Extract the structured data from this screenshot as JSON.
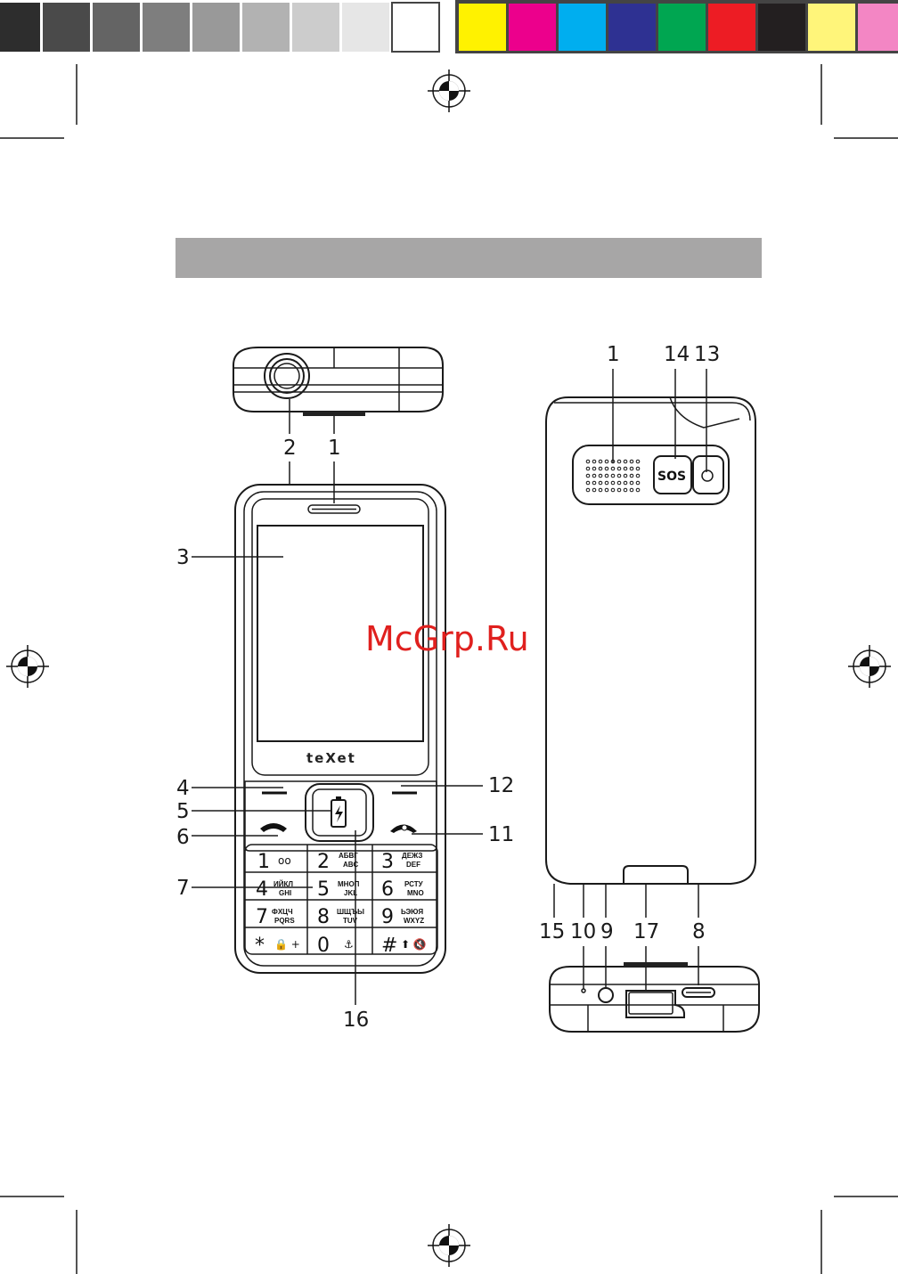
{
  "color_bars": {
    "gray": [
      "#2d2d2d",
      "#4a4a4a",
      "#646464",
      "#7e7e7e",
      "#999999",
      "#b2b2b2",
      "#cccccc",
      "#e6e6e6",
      "#ffffff"
    ],
    "color": [
      "#fff200",
      "#ec008c",
      "#00aeef",
      "#2e3192",
      "#00a651",
      "#ed1c24",
      "#231f20",
      "#fff57a",
      "#f386c4"
    ]
  },
  "header_bar_color": "#a7a6a6",
  "watermark": "McGrp.Ru",
  "phone_brand": "teXet",
  "back_panel_label": "SOS",
  "callouts": {
    "top_2": "2",
    "top_1": "1",
    "front_3": "3",
    "front_4": "4",
    "front_5": "5",
    "front_6": "6",
    "front_7": "7",
    "front_12": "12",
    "front_11": "11",
    "front_16": "16",
    "back_1": "1",
    "back_14": "14",
    "back_13": "13",
    "bottom_15": "15",
    "bottom_10": "10",
    "bottom_9": "9",
    "bottom_17": "17",
    "bottom_8": "8"
  },
  "keypad": [
    {
      "main": "1",
      "sub1": "",
      "sub2": "",
      "sym": "oo"
    },
    {
      "main": "2",
      "sub1": "АБВГ",
      "sub2": "ABC",
      "sym": ""
    },
    {
      "main": "3",
      "sub1": "ДЕЖЗ",
      "sub2": "DEF",
      "sym": ""
    },
    {
      "main": "4",
      "sub1": "ИЙКЛ",
      "sub2": "GHI",
      "sym": ""
    },
    {
      "main": "5",
      "sub1": "МНОП",
      "sub2": "JKL",
      "sym": ""
    },
    {
      "main": "6",
      "sub1": "РСТУ",
      "sub2": "MNO",
      "sym": ""
    },
    {
      "main": "7",
      "sub1": "ФХЦЧ",
      "sub2": "PQRS",
      "sym": ""
    },
    {
      "main": "8",
      "sub1": "ШЩЪЫ",
      "sub2": "TUV",
      "sym": ""
    },
    {
      "main": "9",
      "sub1": "ЬЭЮЯ",
      "sub2": "WXYZ",
      "sym": ""
    },
    {
      "main": "*",
      "sub1": "",
      "sub2": "",
      "sym": "🔒 +"
    },
    {
      "main": "0",
      "sub1": "",
      "sub2": "",
      "sym": "⚓"
    },
    {
      "main": "#",
      "sub1": "",
      "sub2": "",
      "sym": "⬆ 🔇"
    }
  ]
}
